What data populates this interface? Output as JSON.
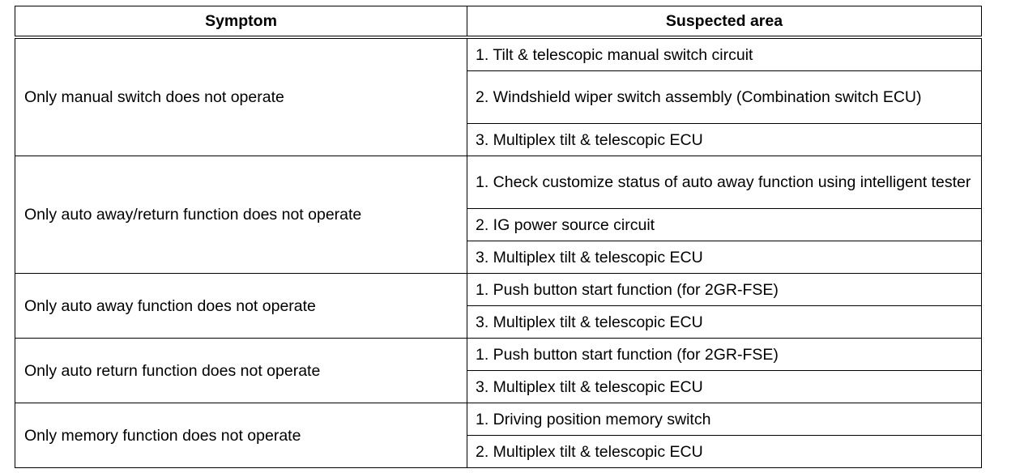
{
  "table": {
    "headers": {
      "symptom": "Symptom",
      "suspected_area": "Suspected area"
    },
    "groups": [
      {
        "symptom": "Only manual switch does not operate",
        "areas": [
          "1. Tilt & telescopic manual switch circuit",
          "2. Windshield wiper switch assembly (Combination switch ECU)",
          "3. Multiplex tilt & telescopic ECU"
        ]
      },
      {
        "symptom": "Only auto away/return function does not operate",
        "areas": [
          "1. Check customize status of auto away function using intelligent tester",
          "2. IG power source circuit",
          "3. Multiplex tilt & telescopic ECU"
        ]
      },
      {
        "symptom": "Only auto away function does not operate",
        "areas": [
          "1. Push button start function (for 2GR-FSE)",
          "3. Multiplex tilt & telescopic ECU"
        ]
      },
      {
        "symptom": "Only auto return function does not operate",
        "areas": [
          "1. Push button start function (for 2GR-FSE)",
          "3. Multiplex tilt & telescopic ECU"
        ]
      },
      {
        "symptom": "Only memory function does not operate",
        "areas": [
          "1. Driving position memory switch",
          "2. Multiplex tilt & telescopic ECU"
        ]
      }
    ]
  }
}
